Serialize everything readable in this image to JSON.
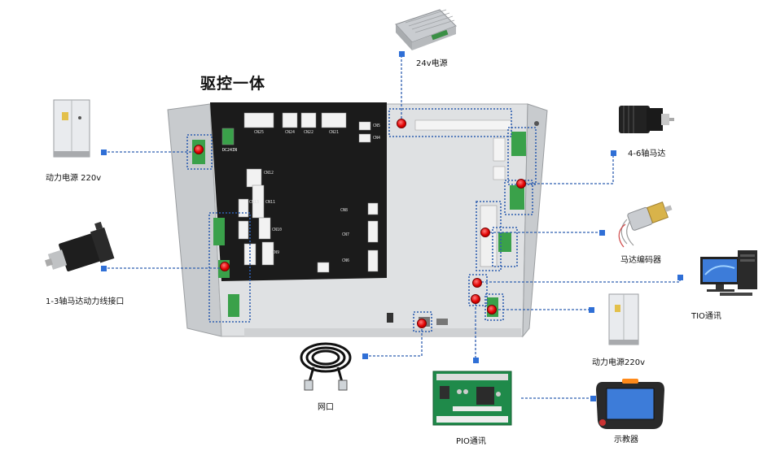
{
  "title": "驱控一体",
  "board_labels": {
    "dc24in": "DC24IN",
    "cn25": "CN25",
    "cn24": "CN24",
    "cn22": "CN22",
    "cn21": "CN21",
    "cn5": "CN5",
    "cn4": "CN4",
    "cn12": "CN12",
    "cn13": "CN13",
    "cn11": "CN11",
    "cn8": "CN8",
    "cn10": "CN10",
    "cn9": "CN9",
    "cn7": "CN7",
    "cn6": "CN6"
  },
  "callouts": {
    "psu24v": "24v电源",
    "power_left": "动力电源  220v",
    "motor_46": "4-6轴马达",
    "encoder": "马达编码器",
    "motor_13": "1-3轴马达动力线接口",
    "tio": "TIO通讯",
    "power_right": "动力电源220v",
    "network": "网口",
    "pio": "PIO通讯",
    "pendant": "示教器"
  },
  "colors": {
    "accent": "#2f6fd6",
    "dot": "#e00000",
    "dashed": "#2f5fb0",
    "board_dark": "#1b1b1b",
    "chassis": "#d6d8da"
  },
  "icons": [
    "power-supply-unit-icon",
    "cabinet-icon",
    "servo-motor-icon",
    "gear-motor-icon",
    "computer-icon",
    "ethernet-cable-icon",
    "pio-board-icon",
    "teach-pendant-icon"
  ]
}
